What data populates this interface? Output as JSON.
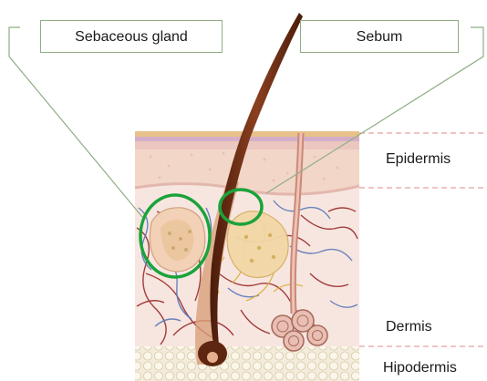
{
  "callouts": {
    "left": "Sebaceous gland",
    "right": "Sebum"
  },
  "layers": {
    "epidermis": "Epidermis",
    "dermis": "Dermis",
    "hipodermis": "Hipodermis"
  },
  "colors": {
    "highlight_circle": "#1aa33a",
    "callout_line": "#8fae84",
    "vessel_red": "#9a2a2a",
    "vessel_blue": "#5b79b8",
    "nerve_yellow": "#d9b23a",
    "hair": "#6a2c14",
    "epidermis": "#f0d2c4",
    "dermis": "#f7e6e0",
    "hypodermis": "#f1e9d8"
  }
}
